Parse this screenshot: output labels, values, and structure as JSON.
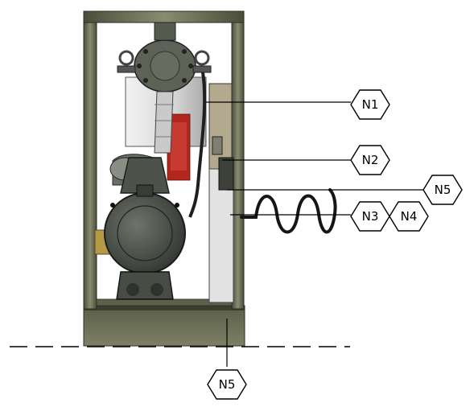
{
  "callouts": [
    {
      "id": "n1",
      "label": "N1"
    },
    {
      "id": "n2",
      "label": "N2"
    },
    {
      "id": "n5-upper",
      "label": "N5"
    },
    {
      "id": "n3",
      "label": "N3"
    },
    {
      "id": "n4",
      "label": "N4"
    },
    {
      "id": "n5-lower",
      "label": "N5"
    }
  ],
  "colors": {
    "frame": "#6f7158",
    "frame_dark": "#3c3f32",
    "pump_body": "#4d524a",
    "tank": "#d9d9d9",
    "accent_red": "#b3261e",
    "brass": "#b69a48",
    "hose": "#1f1f1f",
    "ground_line": "#000000"
  }
}
